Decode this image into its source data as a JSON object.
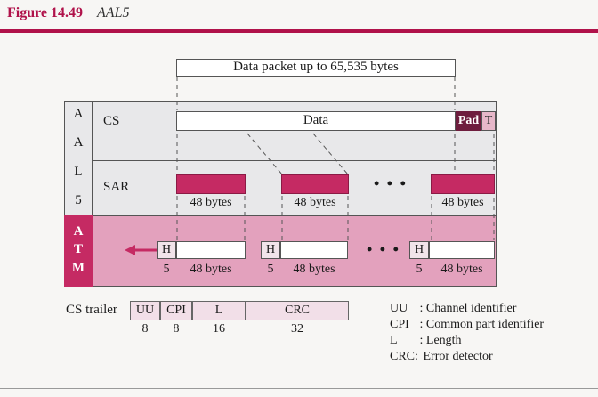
{
  "figure": {
    "number": "Figure 14.49",
    "title": "AAL5"
  },
  "layers": {
    "aal": [
      "A",
      "A",
      "L",
      "5"
    ],
    "atm": [
      "A",
      "T",
      "M"
    ]
  },
  "sublayers": {
    "cs": "CS",
    "sar": "SAR"
  },
  "packet_label": "Data packet up to 65,535 bytes",
  "cs_row": {
    "data": "Data",
    "pad": "Pad",
    "trailer": "T"
  },
  "sar_row": {
    "segment_bytes": [
      "48 bytes",
      "48 bytes",
      "48 bytes"
    ],
    "ellipsis": "• • •"
  },
  "atm_row": {
    "header": "H",
    "header_sizes": [
      "5",
      "5",
      "5"
    ],
    "payload_bytes": [
      "48 bytes",
      "48 bytes",
      "48 bytes"
    ],
    "ellipsis": "• • •"
  },
  "cs_trailer": {
    "label": "CS trailer",
    "fields": [
      {
        "name": "UU",
        "bits": "8"
      },
      {
        "name": "CPI",
        "bits": "8"
      },
      {
        "name": "L",
        "bits": "16"
      },
      {
        "name": "CRC",
        "bits": "32"
      }
    ]
  },
  "legend": [
    {
      "abbr": "UU",
      "desc": ": Channel identifier"
    },
    {
      "abbr": "CPI",
      "desc": ": Common part identifier"
    },
    {
      "abbr": "L",
      "desc": ": Length"
    },
    {
      "abbr": "CRC:",
      "desc": "Error detector"
    }
  ],
  "colors": {
    "accent": "#b0124a",
    "atm_band": "#e3a1bd",
    "segment": "#c52a63",
    "pad": "#6e1d3e"
  }
}
